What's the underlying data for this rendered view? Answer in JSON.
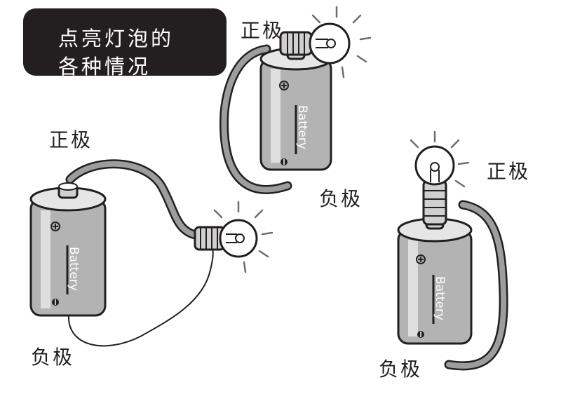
{
  "title": {
    "line1": "点亮灯泡的",
    "line2": "各种情况"
  },
  "labels": {
    "left_positive": "正极",
    "left_negative": "负极",
    "top_positive": "正极",
    "top_negative": "负极",
    "right_positive": "正极",
    "right_negative": "负极"
  },
  "battery_text": "Battery",
  "plus_sign": "+",
  "colors": {
    "ink": "#231f20",
    "wire": "#9d9d9d",
    "battery_body": "#b3b3b3",
    "battery_cap": "#e6e6e6",
    "stripe": "#dedede"
  }
}
